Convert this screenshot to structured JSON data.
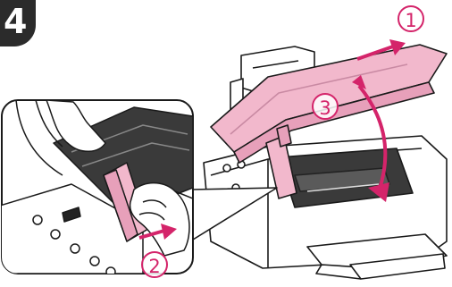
{
  "step": {
    "number": "4"
  },
  "callouts": {
    "open_scanner": "1",
    "squeeze_tab": "2",
    "lower_scanner": "3"
  },
  "colors": {
    "accent_pink": "#d4246a",
    "scanner_pink": "#f2b8cc",
    "badge_dark": "#2b2b2b",
    "line": "#1a1a1a"
  }
}
